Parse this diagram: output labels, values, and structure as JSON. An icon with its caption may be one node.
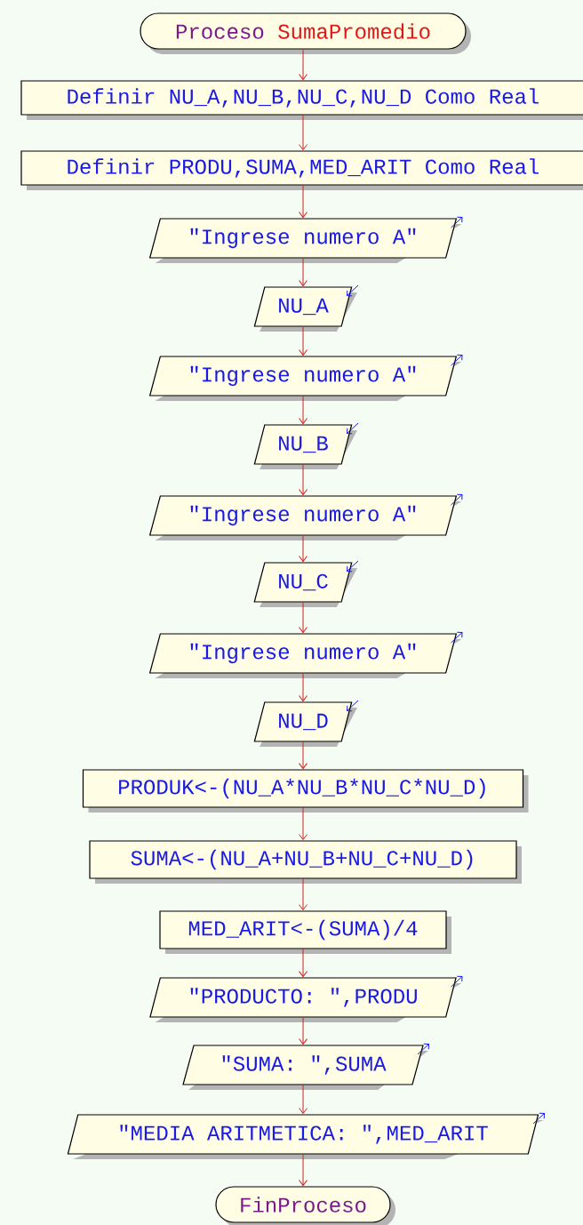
{
  "diagram": {
    "nodes": [
      {
        "text": [
          "Proceso",
          "SumaPromedio"
        ]
      },
      {
        "text": [
          "Definir NU_A,NU_B,NU_C,NU_D Como Real"
        ]
      },
      {
        "text": [
          "Definir PRODU,SUMA,MED_ARIT Como Real"
        ]
      },
      {
        "text": [
          "\"Ingrese numero A\""
        ]
      },
      {
        "text": [
          "NU_A"
        ]
      },
      {
        "text": [
          "\"Ingrese numero A\""
        ]
      },
      {
        "text": [
          "NU_B"
        ]
      },
      {
        "text": [
          "\"Ingrese numero A\""
        ]
      },
      {
        "text": [
          "NU_C"
        ]
      },
      {
        "text": [
          "\"Ingrese numero A\""
        ]
      },
      {
        "text": [
          "NU_D"
        ]
      },
      {
        "text": [
          "PRODUK<-(NU_A*NU_B*NU_C*NU_D)"
        ]
      },
      {
        "text": [
          "SUMA<-(NU_A+NU_B+NU_C+NU_D)"
        ]
      },
      {
        "text": [
          "MED_ARIT<-(SUMA)/4"
        ]
      },
      {
        "text": [
          "\"PRODUCTO: \",PRODU"
        ]
      },
      {
        "text": [
          "\"SUMA: \",SUMA"
        ]
      },
      {
        "text": [
          "\"MEDIA ARITMETICA: \",MED_ARIT"
        ]
      },
      {
        "text": [
          "FinProceso"
        ]
      }
    ],
    "edges": [
      {
        "from": 0,
        "to": 1,
        "arrow": "to"
      },
      {
        "from": 1,
        "to": 2,
        "arrow": "to"
      },
      {
        "from": 2,
        "to": 3,
        "arrow": "to"
      },
      {
        "from": 3,
        "to": 4,
        "arrow": "to"
      },
      {
        "from": 4,
        "to": 5,
        "arrow": "to"
      },
      {
        "from": 5,
        "to": 6,
        "arrow": "to"
      },
      {
        "from": 6,
        "to": 7,
        "arrow": "to"
      },
      {
        "from": 7,
        "to": 8,
        "arrow": "to"
      },
      {
        "from": 8,
        "to": 9,
        "arrow": "to"
      },
      {
        "from": 9,
        "to": 10,
        "arrow": "to"
      },
      {
        "from": 10,
        "to": 11,
        "arrow": "to"
      },
      {
        "from": 11,
        "to": 12,
        "arrow": "to"
      },
      {
        "from": 12,
        "to": 13,
        "arrow": "to"
      },
      {
        "from": 13,
        "to": 14,
        "arrow": "to"
      },
      {
        "from": 14,
        "to": 15,
        "arrow": "to"
      },
      {
        "from": 15,
        "to": 16,
        "arrow": "to"
      },
      {
        "from": 16,
        "to": 17,
        "arrow": "to"
      }
    ]
  }
}
